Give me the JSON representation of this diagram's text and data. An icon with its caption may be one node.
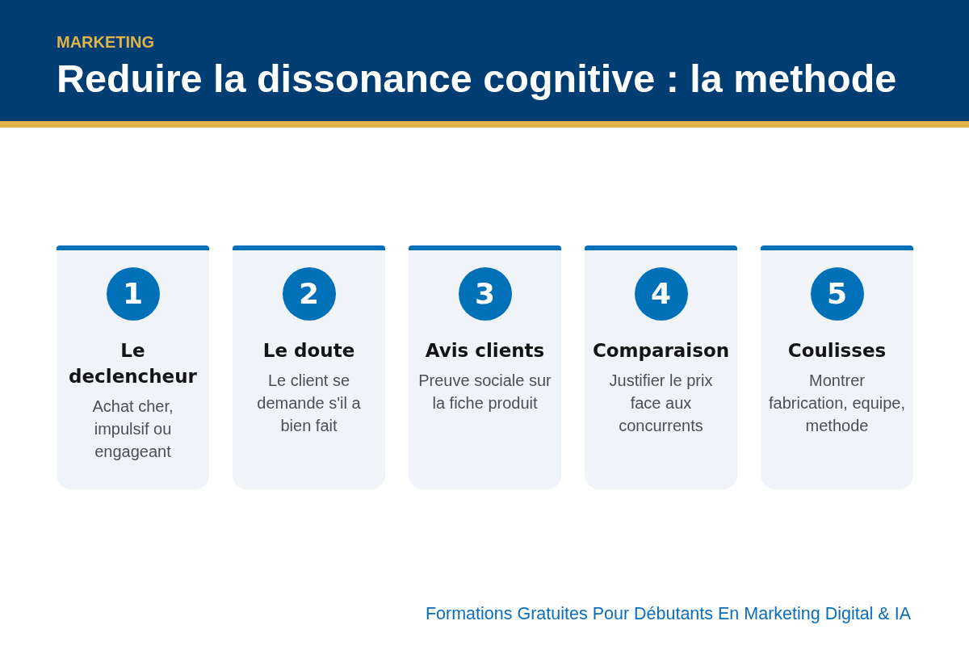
{
  "diagram": {
    "title": "Reduire la dissonance cognitive : la methode",
    "nodes": [
      {
        "text": [
          "Le declencheur",
          "Achat cher, impulsif ou engageant"
        ]
      },
      {
        "text": [
          "1"
        ],
        "in": 0
      },
      {
        "text": [
          "Le doute",
          "Le client se demande s'il a bien fait"
        ]
      },
      {
        "text": [
          "2"
        ],
        "in": 2
      },
      {
        "text": [
          "Avis clients",
          "Preuve sociale sur la fiche produit"
        ]
      },
      {
        "text": [
          "3"
        ],
        "in": 4
      },
      {
        "text": [
          "Comparaison",
          "Justifier le prix face aux concurrents"
        ]
      },
      {
        "text": [
          "4"
        ],
        "in": 6
      },
      {
        "text": [
          "Coulisses",
          "Montrer fabrication, equipe, methode"
        ]
      },
      {
        "text": [
          "5"
        ],
        "in": 8
      }
    ],
    "labels": [
      "MARKETING",
      "Formations Gratuites Pour Débutants En Marketing Digital & IA"
    ]
  }
}
